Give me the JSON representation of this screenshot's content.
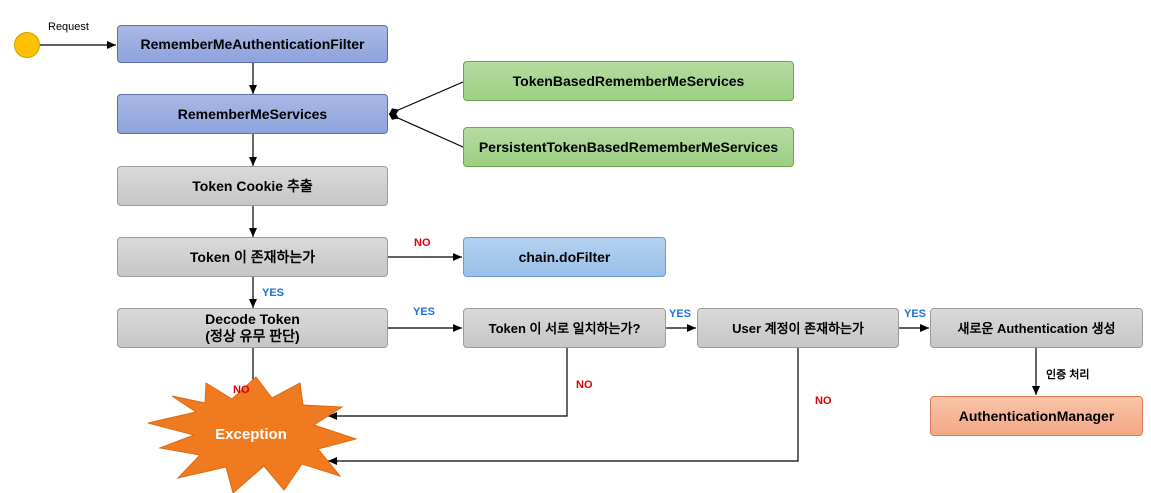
{
  "start": {
    "label": "Request"
  },
  "nodes": {
    "remember_filter": "RememberMeAuthenticationFilter",
    "remember_services": "RememberMeServices",
    "token_based": "TokenBasedRememberMeServices",
    "persistent_token_based": "PersistentTokenBasedRememberMeServices",
    "extract_cookie": "Token Cookie 추출",
    "token_exists": "Token 이 존재하는가",
    "chain_dofilter": "chain.doFilter",
    "decode_line1": "Decode Token",
    "decode_line2": "(정상 유무 판단)",
    "token_match": "Token 이 서로 일치하는가?",
    "user_exists": "User 계정이 존재하는가",
    "new_auth": "새로운 Authentication 생성",
    "auth_manager": "AuthenticationManager",
    "exception": "Exception"
  },
  "labels": {
    "no_chain": "NO",
    "yes_decode": "YES",
    "yes_match": "YES",
    "yes_user": "YES",
    "yes_new": "YES",
    "no_decode": "NO",
    "no_match": "NO",
    "no_user": "NO",
    "auth_process": "인증 처리"
  },
  "colors": {
    "filter_blue": "#8ea3dc",
    "impl_green": "#9ccf83",
    "step_gray": "#c6c6c6",
    "chain_blue": "#99bfe9",
    "manager_orange": "#f3a887",
    "exception_orange": "#f07a20",
    "start_yellow": "#ffc000"
  }
}
